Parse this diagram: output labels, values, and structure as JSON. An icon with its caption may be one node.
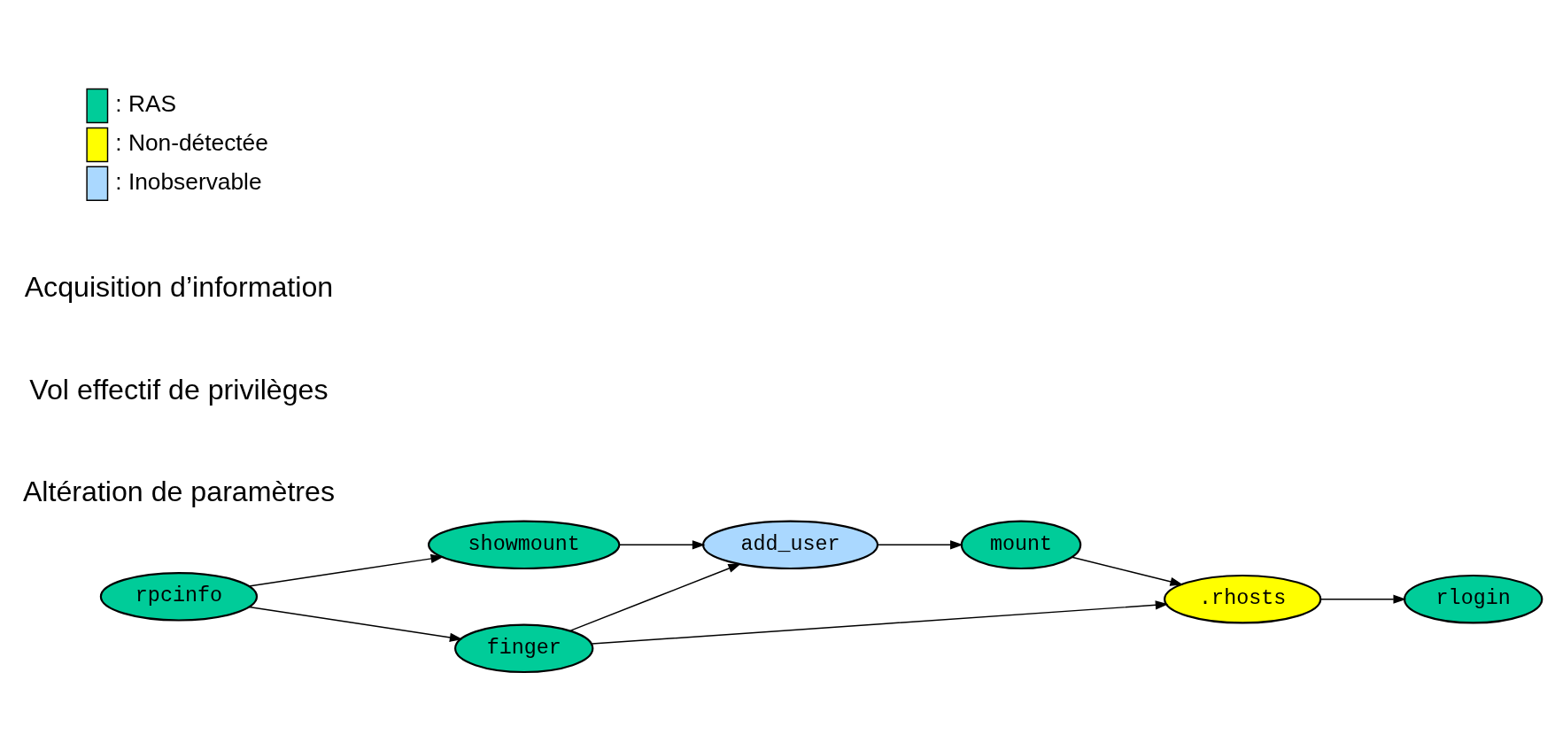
{
  "diagram": {
    "nodes": [
      {
        "text": [
          "add_user"
        ]
      },
      {
        "text": [
          "showmount"
        ]
      },
      {
        "text": [
          "mount"
        ]
      },
      {
        "text": [
          "rpcinfo"
        ]
      },
      {
        "text": [
          ".rhosts"
        ]
      },
      {
        "text": [
          "rlogin"
        ]
      },
      {
        "text": [
          "finger"
        ]
      }
    ],
    "edges": [
      {
        "from": 3,
        "to": 1,
        "arrow": "to"
      },
      {
        "from": 1,
        "to": 0,
        "arrow": "to"
      },
      {
        "from": 3,
        "to": 6,
        "arrow": "to"
      },
      {
        "from": 6,
        "to": 0,
        "arrow": "to"
      },
      {
        "from": 0,
        "to": 2,
        "arrow": "to"
      },
      {
        "from": 2,
        "to": 4,
        "arrow": "to"
      },
      {
        "from": 6,
        "to": 4,
        "arrow": "to"
      },
      {
        "from": 4,
        "to": 5,
        "arrow": "to"
      }
    ],
    "labels": [
      "Altération de paramètres",
      "Vol effectif de privilèges",
      "Acquisition d’information"
    ],
    "legend": [
      {
        "text": ": RAS",
        "color": "#00cc99"
      },
      {
        "text": ": Non-détectée",
        "color": "#ffff00"
      },
      {
        "text": ": Inobservable",
        "color": "#aad8ff"
      }
    ]
  }
}
